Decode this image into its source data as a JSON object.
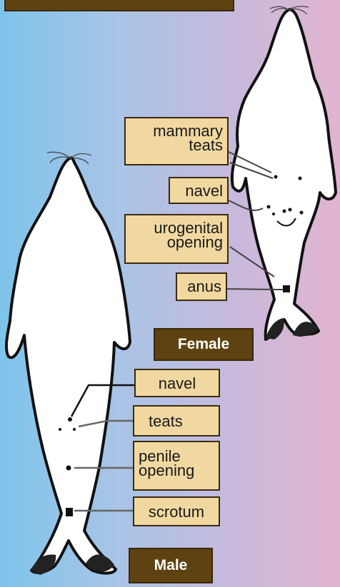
{
  "female": {
    "title": "Female",
    "labels": {
      "mammary_teats": "mammary teats",
      "navel": "navel",
      "urogenital_opening": "urogenital opening",
      "anus": "anus"
    }
  },
  "male": {
    "title": "Male",
    "labels": {
      "navel": "navel",
      "teats": "teats",
      "penile_opening": "penile opening",
      "scrotum": "scrotum"
    }
  },
  "colors": {
    "label_fill": "#f1d8a0",
    "tag_fill": "#5e4211",
    "background_left": "#7ec4ea",
    "background_right": "#e2b4cf"
  }
}
